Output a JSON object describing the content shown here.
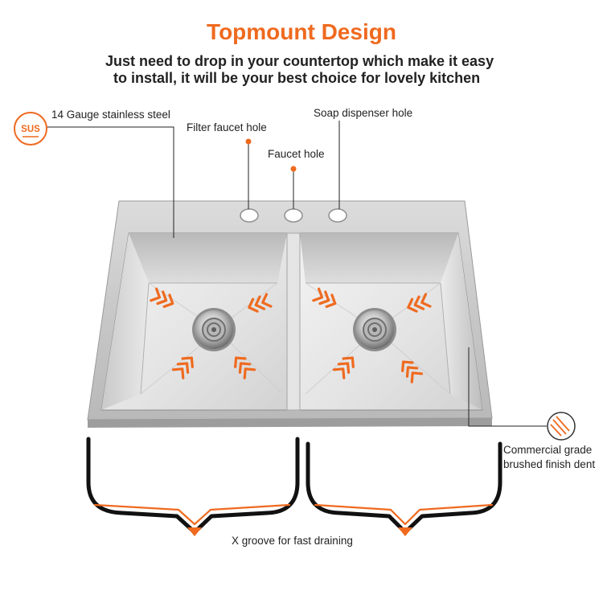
{
  "title": "Topmount Design",
  "subtitle_line1": "Just need to drop in your countertop which make it easy",
  "subtitle_line2": "to install, it will be your best choice for lovely kitchen",
  "labels": {
    "gauge": "14 Gauge stainless steel",
    "filter_faucet": "Filter faucet hole",
    "faucet": "Faucet hole",
    "soap": "Soap dispenser hole",
    "finish_line1": "Commercial grade",
    "finish_line2": "brushed finish dent",
    "groove": "X groove for fast draining"
  },
  "badge": {
    "text": "SUS"
  },
  "colors": {
    "accent": "#ef6a1f",
    "steel_light": "#eeeeee",
    "steel_mid": "#cfcfcf",
    "steel_dark": "#a9a9a9",
    "outline": "#111111"
  },
  "icons": [
    "sus-badge-icon",
    "brushed-finish-icon",
    "drain-strainer-icon",
    "flow-arrow-icon",
    "drain-arrow-icon"
  ]
}
